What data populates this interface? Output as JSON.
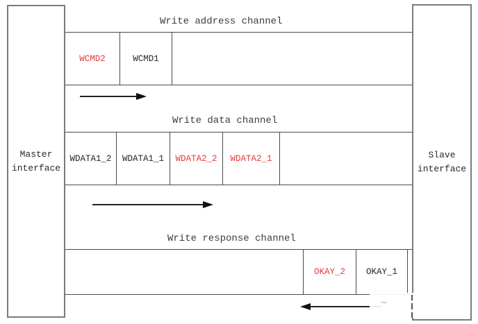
{
  "interfaces": {
    "master": [
      "Master",
      "interface"
    ],
    "slave": [
      "Slave",
      "interface"
    ]
  },
  "channels": [
    {
      "title": "Write address channel",
      "direction": "right",
      "cells": [
        {
          "label": "WCMD2",
          "emphasis": "red"
        },
        {
          "label": "WCMD1",
          "emphasis": "normal"
        }
      ]
    },
    {
      "title": "Write data channel",
      "direction": "right",
      "cells": [
        {
          "label": "WDATA1_2",
          "emphasis": "normal"
        },
        {
          "label": "WDATA1_1",
          "emphasis": "normal"
        },
        {
          "label": "WDATA2_2",
          "emphasis": "red"
        },
        {
          "label": "WDATA2_1",
          "emphasis": "red"
        }
      ]
    },
    {
      "title": "Write response channel",
      "direction": "left",
      "cells": [
        {
          "label": "OKAY_2",
          "emphasis": "red"
        },
        {
          "label": "OKAY_1",
          "emphasis": "normal"
        }
      ]
    }
  ],
  "colors": {
    "red_label": "#e7383e",
    "dark_label": "#26262e",
    "channel_line": "#4a4a4a",
    "box_border": "#7a7a7a",
    "arrow": "#111111",
    "background": "#ffffff"
  },
  "artifacts": {
    "watermark_remnant": "~"
  }
}
